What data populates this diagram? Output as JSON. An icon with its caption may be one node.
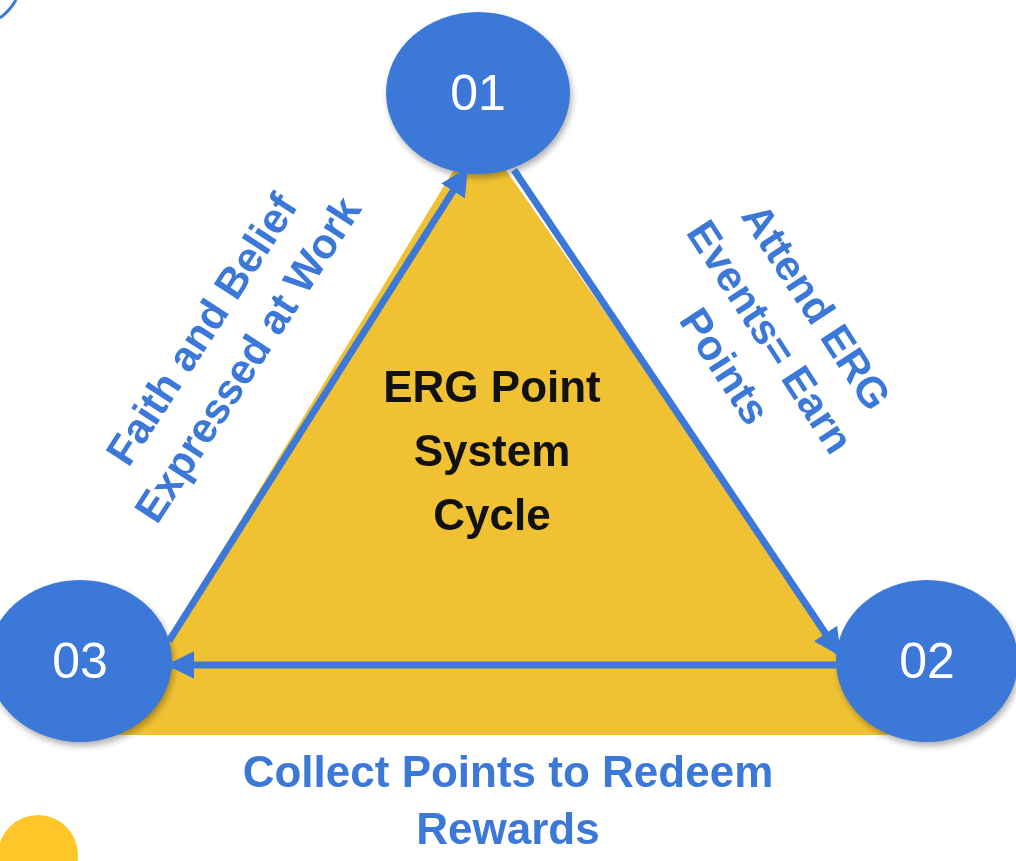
{
  "diagram": {
    "title": "ERG Point System Cycle",
    "nodes": [
      {
        "text": [
          "01"
        ]
      },
      {
        "text": [
          "02"
        ]
      },
      {
        "text": [
          "03"
        ]
      }
    ],
    "edges": [
      {
        "from": 0,
        "to": 1,
        "arrow": "to",
        "label": "Attend ERG Events= Earn Points"
      },
      {
        "from": 1,
        "to": 2,
        "arrow": "to",
        "label": "Collect Points to Redeem Rewards"
      },
      {
        "from": 2,
        "to": 0,
        "arrow": "to",
        "label": "Faith and Belief Expressed at Work"
      }
    ]
  }
}
